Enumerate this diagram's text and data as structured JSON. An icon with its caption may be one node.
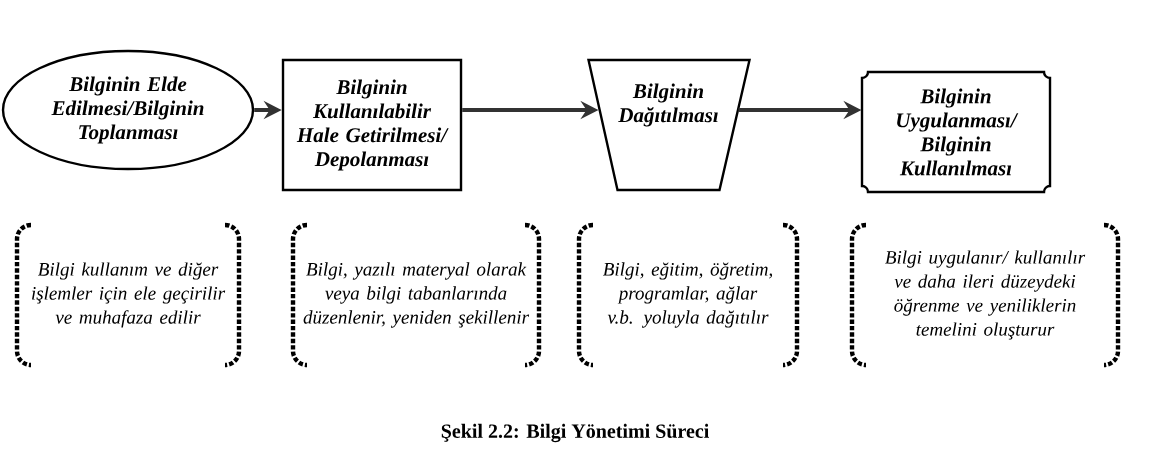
{
  "diagram": {
    "caption": "Şekil 2.2: Bilgi Yönetimi Süreci",
    "nodes": [
      {
        "text": [
          "Bilginin Elde Edilmesi/Bilginin Toplanması"
        ]
      },
      {
        "text": [
          "Bilginin Kullanılabilir Hale Getirilmesi/ Depolanması"
        ]
      },
      {
        "text": [
          "Bilginin Dağıtılması"
        ]
      },
      {
        "text": [
          "Bilginin Uygulanması/ Bilginin Kullanılması"
        ]
      }
    ],
    "edges": [
      {
        "from": 0,
        "to": 1,
        "arrow": "to"
      },
      {
        "from": 1,
        "to": 2,
        "arrow": "to"
      },
      {
        "from": 2,
        "to": 3,
        "arrow": "to"
      }
    ],
    "labels": [
      "Bilgi kullanım ve diğer işlemler için ele geçirilir ve muhafaza edilir",
      "Bilgi, yazılı materyal olarak veya bilgi tabanlarında düzenlenir, yeniden şekillenir",
      "Bilgi, eğitim, öğretim, programlar, ağlar v.b. yoluyla dağıtılır",
      "Bilgi uygulanır/ kullanılır ve daha ileri düzeydeki öğrenme ve yeniliklerin temelini oluşturur"
    ]
  }
}
